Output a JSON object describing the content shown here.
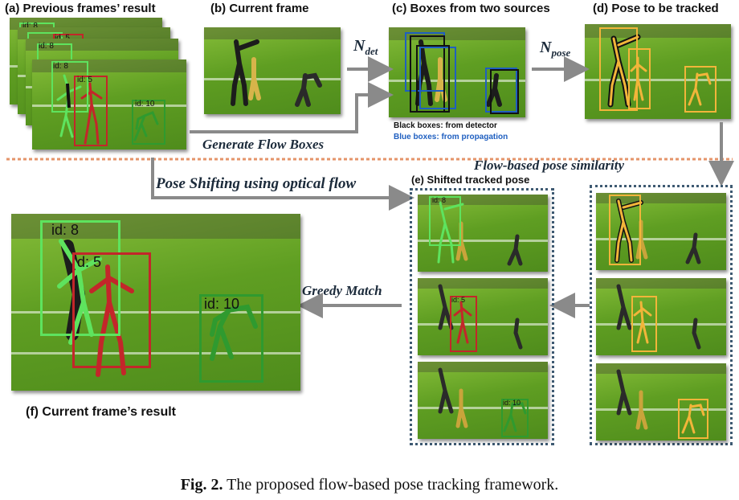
{
  "panels": {
    "a": "(a) Previous frames’ result",
    "b": "(b) Current frame",
    "c": "(c) Boxes from two sources",
    "d": "(d) Pose  to be tracked",
    "e": "(e) Shifted tracked pose",
    "f": "(f) Current frame’s result"
  },
  "arrows": {
    "n_det": "N",
    "n_det_sub": "det",
    "n_pose": "N",
    "n_pose_sub": "pose",
    "generate_flow_boxes": "Generate Flow Boxes",
    "pose_shifting": "Pose Shifting using optical flow",
    "flow_similarity": "Flow-based pose similarity",
    "greedy_match": "Greedy Match"
  },
  "legend": {
    "black": "Black boxes: from detector",
    "blue": "Blue boxes: from propagation"
  },
  "ids": {
    "id8": "id: 8",
    "id5": "id: 5",
    "id10": "id: 10",
    "id8_stack": "id: 8",
    "id5_stack": "id: 5",
    "id8_stack2": "id: 8"
  },
  "big_ids": {
    "id8": "id: 8",
    "id5": "d: 5",
    "id10": "id: 10"
  },
  "small_ids": {
    "e1": "id: 8",
    "e2": "id: 5",
    "e3": "id: 10"
  },
  "caption": {
    "label": "Fig. 2.",
    "text": " The proposed flow-based pose tracking framework."
  },
  "colors": {
    "id8": "#5ee35e",
    "id5": "#c3262a",
    "id10": "#2f9a2f",
    "detector": "#111111",
    "propagation": "#1f5fc0",
    "pose_tracked": "#f2b53a",
    "separator": "#e4946a",
    "arrow": "#8a8a8a"
  }
}
